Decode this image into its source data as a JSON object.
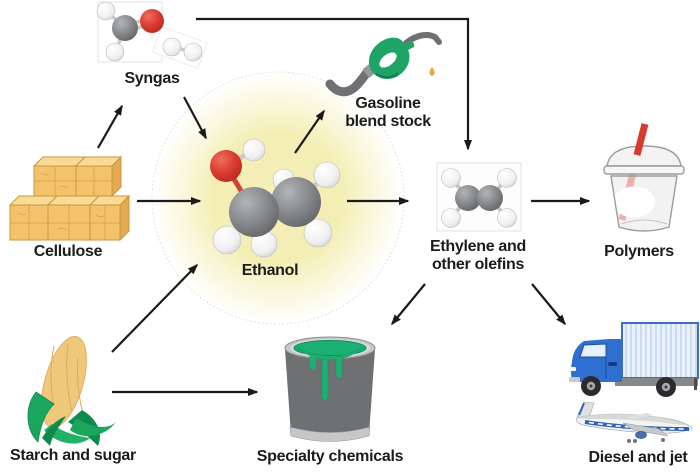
{
  "figure": {
    "description": "Pathways diagram: biomass feedstocks converted via ethanol into fuels and chemicals",
    "nodes": {
      "cellulose": {
        "label": "Cellulose",
        "icon": "hay-bales"
      },
      "starch_and_sugar": {
        "label": "Starch and sugar",
        "icon": "corn-cob"
      },
      "syngas": {
        "label": "Syngas",
        "icon": "syngas-molecule"
      },
      "ethanol": {
        "label": "Ethanol",
        "icon": "ethanol-molecule"
      },
      "gasoline_blend_stock": {
        "label_line1": "Gasoline",
        "label_line2": "blend stock",
        "icon": "fuel-nozzle"
      },
      "ethylene": {
        "label_line1": "Ethylene and",
        "label_line2": "other olefins",
        "icon": "ethylene-molecule"
      },
      "polymers": {
        "label": "Polymers",
        "icon": "plastic-cup"
      },
      "specialty_chemicals": {
        "label": "Specialty chemicals",
        "icon": "paint-can"
      },
      "diesel_and_jet": {
        "label": "Diesel and jet",
        "icon": "truck-and-airplane"
      }
    },
    "edges": [
      {
        "from": "cellulose",
        "to": "syngas"
      },
      {
        "from": "cellulose",
        "to": "ethanol"
      },
      {
        "from": "syngas",
        "to": "ethanol"
      },
      {
        "from": "syngas",
        "to": "ethylene"
      },
      {
        "from": "starch_and_sugar",
        "to": "ethanol"
      },
      {
        "from": "starch_and_sugar",
        "to": "specialty_chemicals"
      },
      {
        "from": "ethanol",
        "to": "gasoline_blend_stock"
      },
      {
        "from": "ethanol",
        "to": "ethylene"
      },
      {
        "from": "ethylene",
        "to": "polymers"
      },
      {
        "from": "ethylene",
        "to": "specialty_chemicals"
      },
      {
        "from": "ethylene",
        "to": "diesel_and_jet"
      }
    ],
    "colors": {
      "arrow": "#1A1A1A",
      "text": "#1C1C1C",
      "glow_yellow": "#F3EEB4",
      "oxygen_red": "#D5332C",
      "carbon_gray": "#7E8083",
      "hydrogen_white": "#F2F2F2",
      "nozzle_green": "#1EA466",
      "paint_green": "#1CB173",
      "hay_tan": "#F2C36A",
      "corn_yellow": "#F0C87B",
      "husk_green": "#1AA65C",
      "truck_blue": "#2E6FD0",
      "drop_orange": "#E9A83C",
      "straw_red": "#D93A30"
    }
  }
}
